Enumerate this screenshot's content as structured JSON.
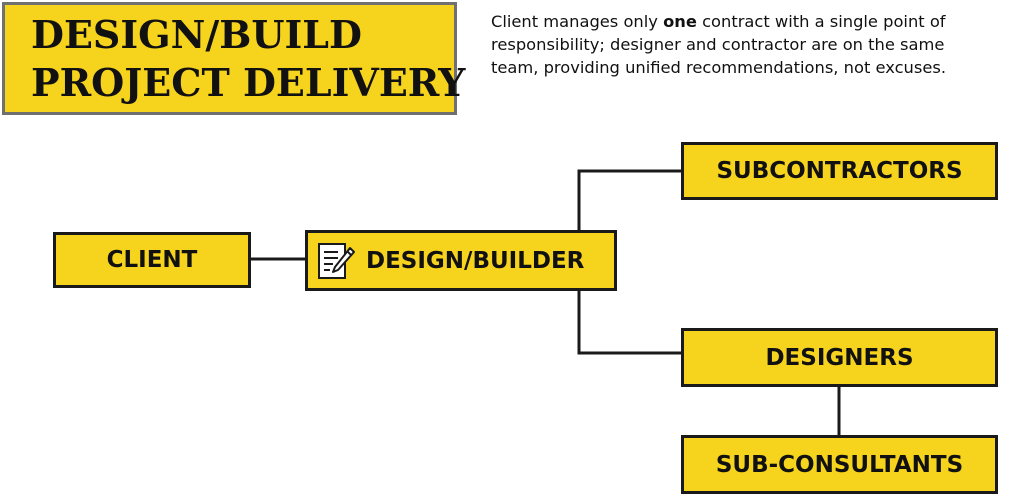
{
  "title": {
    "line1": "DESIGN/BUILD",
    "line2": "PROJECT DELIVERY"
  },
  "description": {
    "line1_before": "Client manages only ",
    "line1_bold": "one",
    "line1_after": " contract with a single point of",
    "line2": "responsibility; designer and contractor are on the same",
    "line3": "team, providing unified recommendations, not excuses."
  },
  "nodes": {
    "client": "CLIENT",
    "design_builder": "DESIGN/BUILDER",
    "subcontractors": "SUBCONTRACTORS",
    "designers": "DESIGNERS",
    "sub_consultants": "SUB-CONSULTANTS"
  },
  "icons": {
    "design_builder": "document-pencil-icon"
  },
  "colors": {
    "box_fill": "#f6d31c",
    "box_border": "#1a1a1a",
    "title_border": "#707070"
  }
}
